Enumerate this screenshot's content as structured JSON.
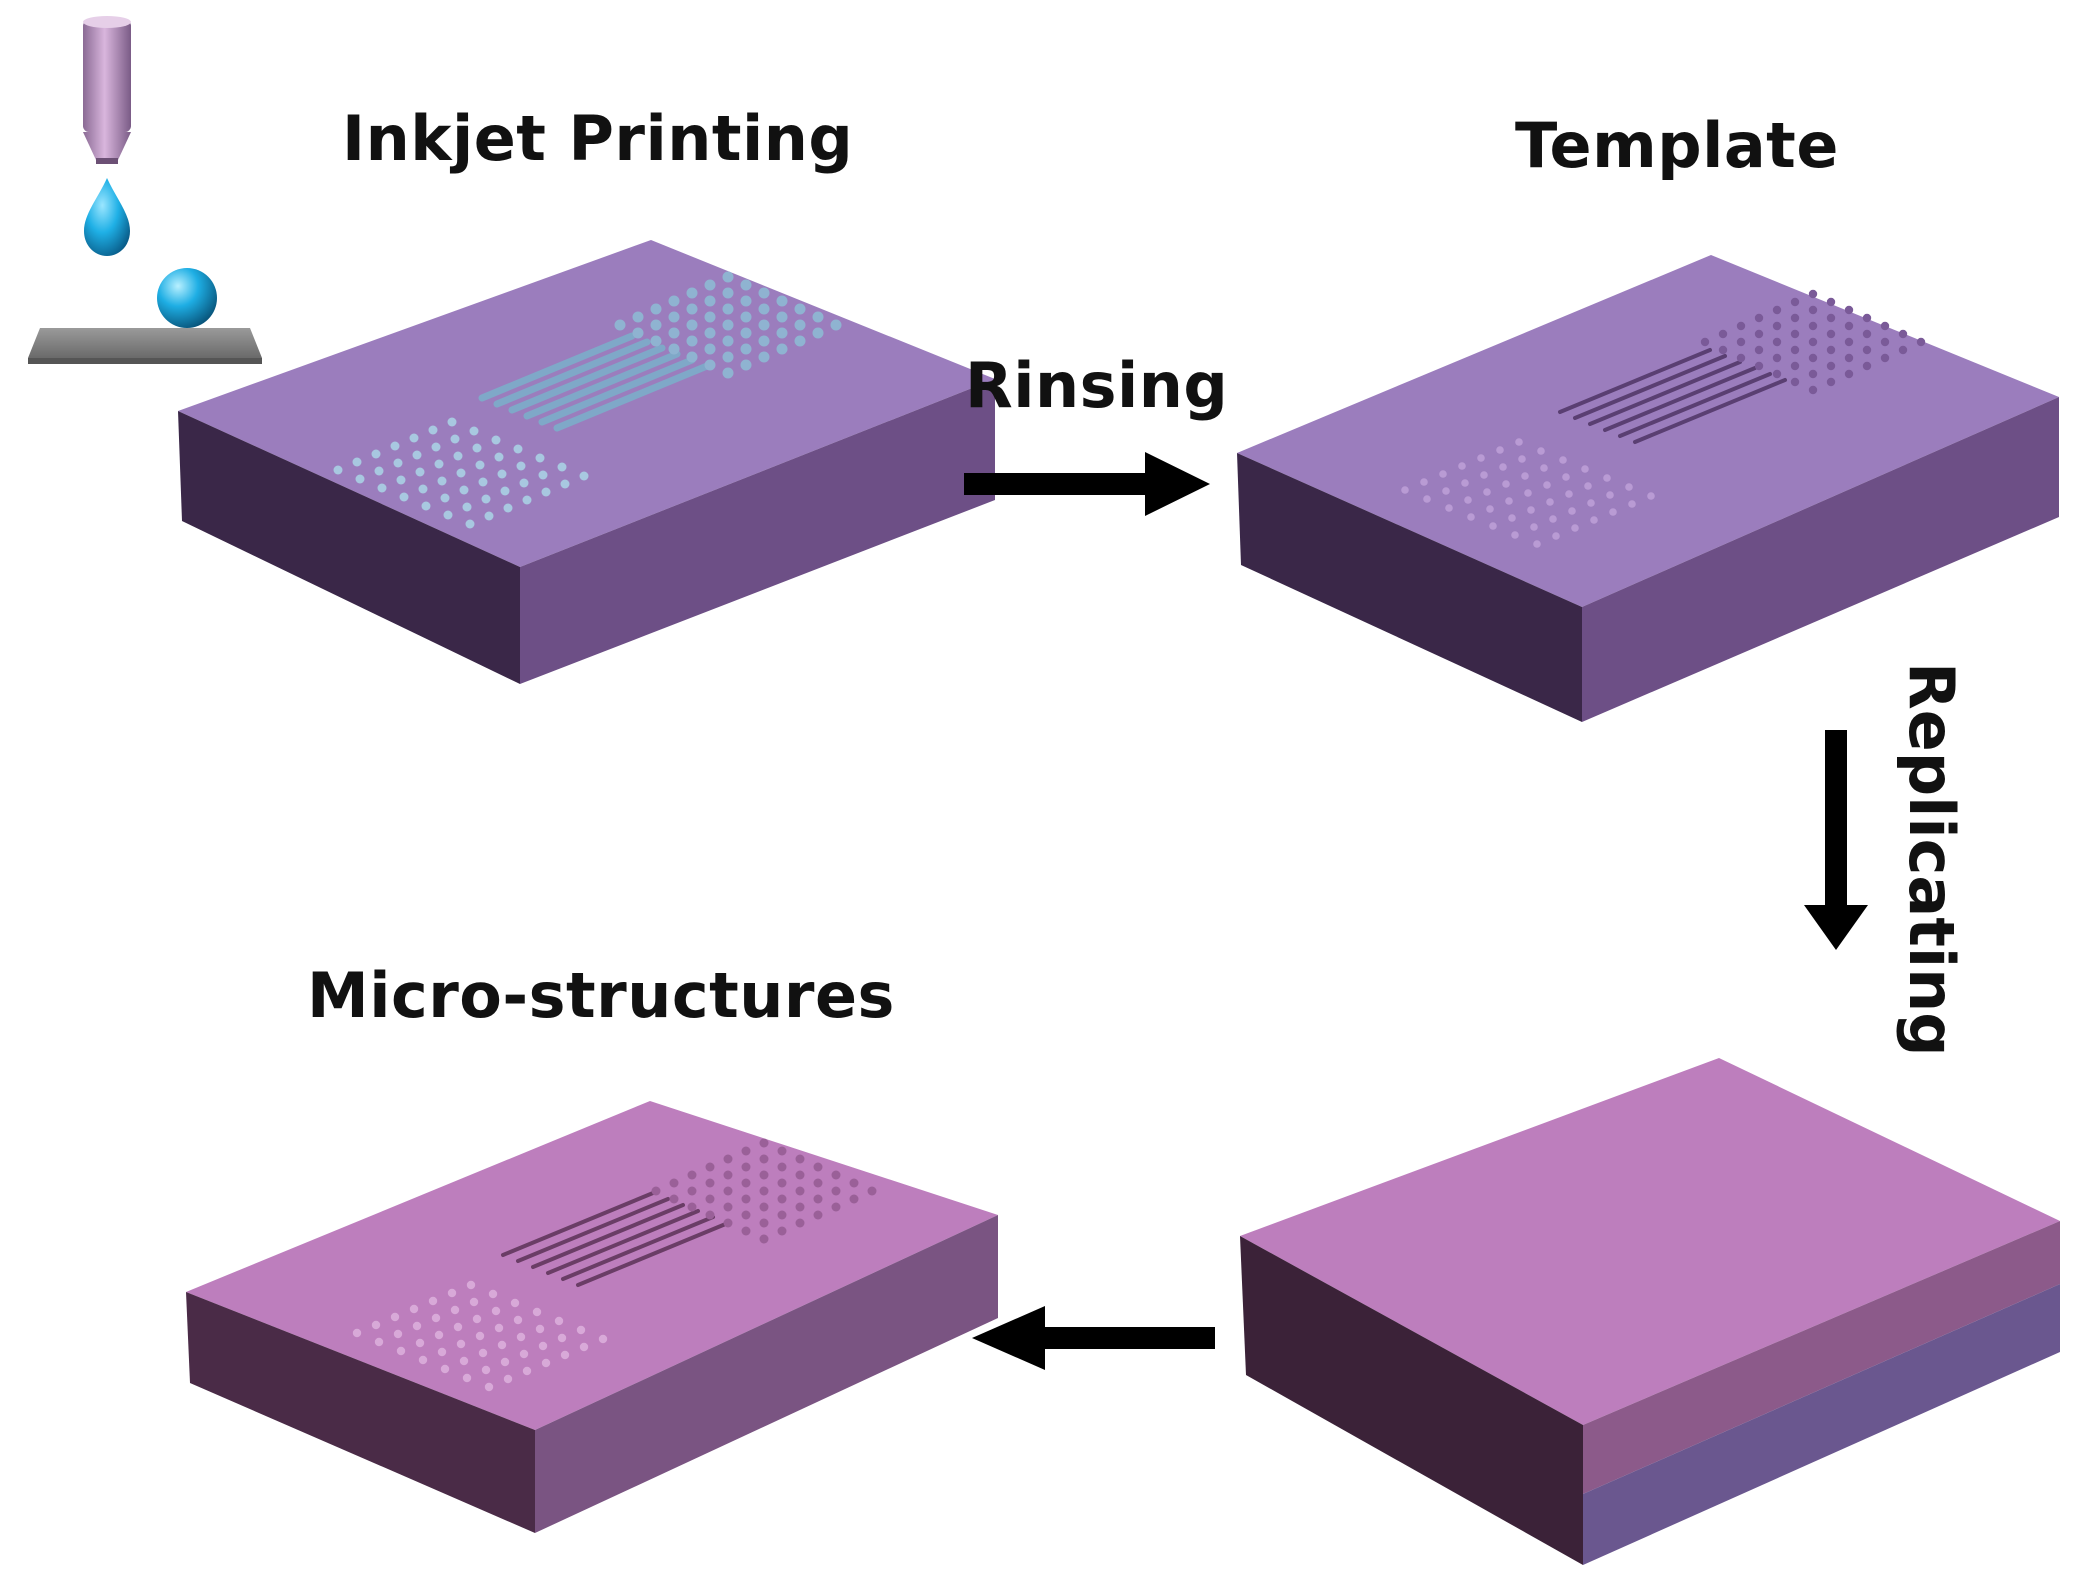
{
  "labels": {
    "inkjet_printing": "Inkjet Printing",
    "template": "Template",
    "rinsing": "Rinsing",
    "replicating": "Replicating",
    "micro_structures": "Micro-structures"
  },
  "colors": {
    "substrate_top": "#9b7dbd",
    "substrate_front": "#3a2748",
    "substrate_side": "#6d4f86",
    "mold_top": "#bd7ebd",
    "mold_front": "#4a2b47",
    "mold_side": "#7a5482",
    "ink": "#2aa7d6",
    "pattern": "#a8c8e0",
    "arrow": "#000000"
  },
  "icons": {
    "nozzle": "print-nozzle-icon",
    "droplet": "ink-droplet-icon",
    "deposited_drop": "deposited-droplet-icon",
    "platform": "print-platform-icon"
  }
}
